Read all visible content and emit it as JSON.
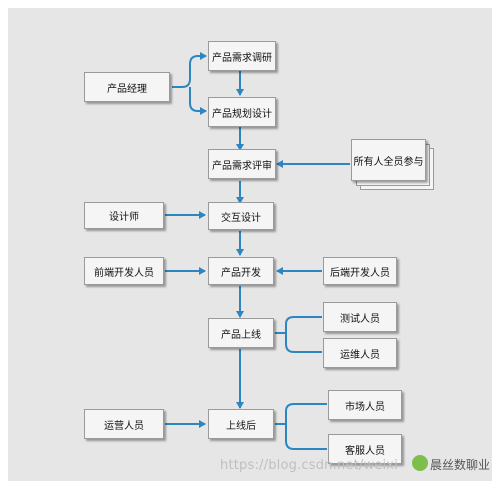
{
  "nodes": {
    "product_research": "产品需求调研",
    "product_manager": "产品经理",
    "product_planning": "产品规划设计",
    "requirement_review": "产品需求评审",
    "all_staff": "所有人全员参与",
    "designer": "设计师",
    "interaction_design": "交互设计",
    "frontend_dev": "前端开发人员",
    "product_dev": "产品开发",
    "backend_dev": "后端开发人员",
    "testers": "测试人员",
    "product_launch": "产品上线",
    "ops_staff": "运维人员",
    "marketing": "市场人员",
    "operations": "运营人员",
    "post_launch": "上线后",
    "customer_service": "客服人员"
  },
  "watermark": {
    "url": "https://blog.csdn.net/weixi",
    "badge": "晨丝数聊业"
  },
  "colors": {
    "arrow": "#2e86c1",
    "box_fill": "#f5f5f5",
    "box_border": "#9a9a9a",
    "canvas": "#e6e6e6"
  }
}
